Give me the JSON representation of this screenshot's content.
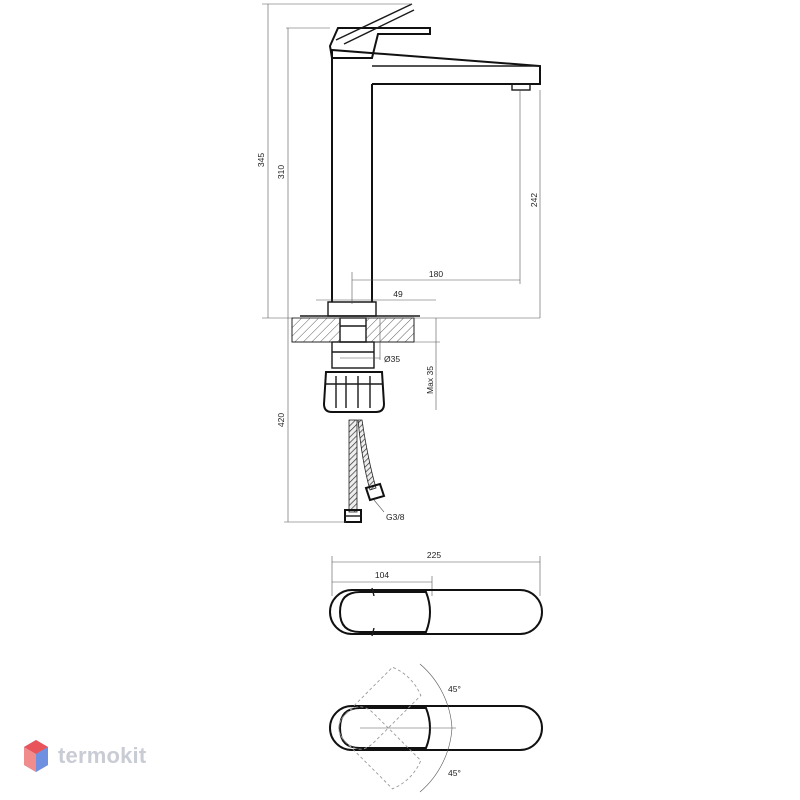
{
  "dimensions": {
    "overall_height": "345",
    "spout_height_total": "310",
    "spout_clearance": "242",
    "spout_reach": "180",
    "body_width": "49",
    "mount_hole": "Ø35",
    "max_deck": "Max 35",
    "hose_length": "420",
    "connection": "G3/8",
    "top_total_length": "225",
    "top_handle_length": "104",
    "rotation_angle_top": "45°",
    "rotation_angle_bottom": "45°"
  },
  "brand": {
    "name": "termokit",
    "icon": "cube-logo-icon"
  },
  "colors": {
    "line": "#1a1a1a",
    "dim": "#555555",
    "ghost": "#9a9a9a",
    "logo_red": "#e8545a",
    "logo_blue": "#8aa4e6"
  }
}
